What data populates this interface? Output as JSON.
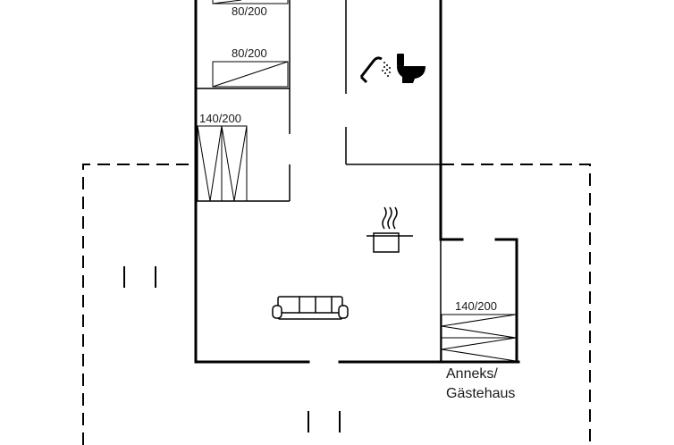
{
  "plan": {
    "bed_labels": {
      "top_single": "80/200",
      "second_single": "80/200",
      "double_main": "140/200",
      "double_annex": "140/200"
    },
    "annex_label_line1": "Anneks/",
    "annex_label_line2": "Gästehaus",
    "icons": [
      "shower-icon",
      "toilet-icon",
      "cooking-pot-icon",
      "sofa-icon"
    ]
  }
}
